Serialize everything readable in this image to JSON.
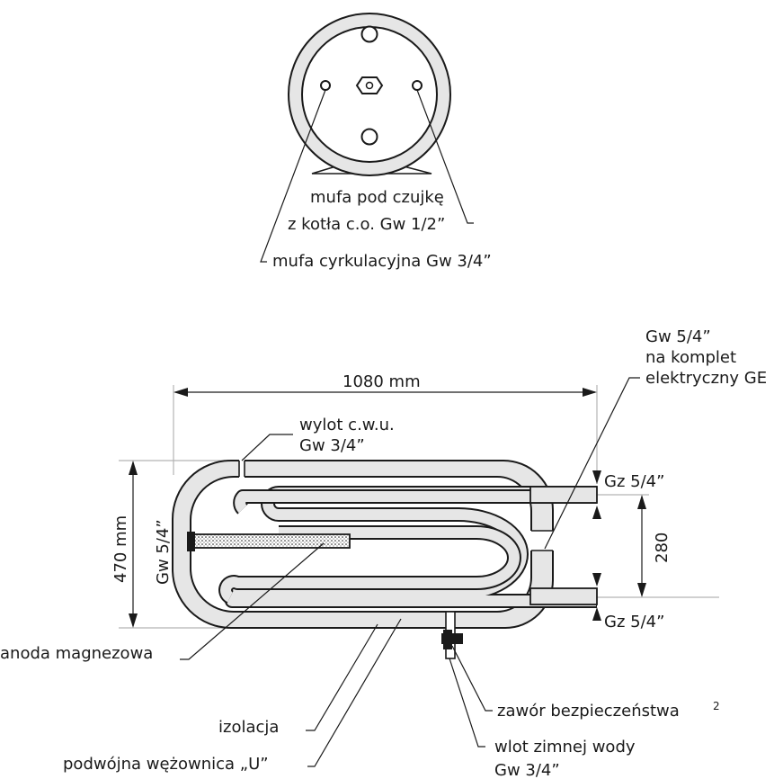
{
  "side_view": {
    "label_sensor_line1": "mufa pod czujkę",
    "label_sensor_line2": "z kotła c.o. Gw 1/2”",
    "label_circulation": "mufa cyrkulacyjna Gw 3/4”"
  },
  "front_view": {
    "dim_length": "1080 mm",
    "dim_height": "470 mm",
    "dim_coil_spacing": "280",
    "label_left_port": "Gw 5/4”",
    "label_hot_outlet_line1": "wylot c.w.u.",
    "label_hot_outlet_line2": "Gw 3/4”",
    "label_electric_line1": "Gw 5/4”",
    "label_electric_line2": "na komplet",
    "label_electric_line3": "elektryczny GE",
    "label_coil_top": "Gz 5/4”",
    "label_coil_bottom": "Gz 5/4”",
    "label_anode": "anoda magnezowa",
    "label_safety_valve": "zawór bezpieczeństwa",
    "label_safety_valve_note": "2",
    "label_insulation": "izolacja",
    "label_coil": "podwójna wężownica „U”",
    "label_cold_inlet_line1": "wlot zimnej wody",
    "label_cold_inlet_line2": "Gw 3/4”"
  },
  "colors": {
    "line": "#1a1a1a",
    "insulation_fill": "#e6e6e6",
    "extension_line": "#b3b3b3"
  }
}
